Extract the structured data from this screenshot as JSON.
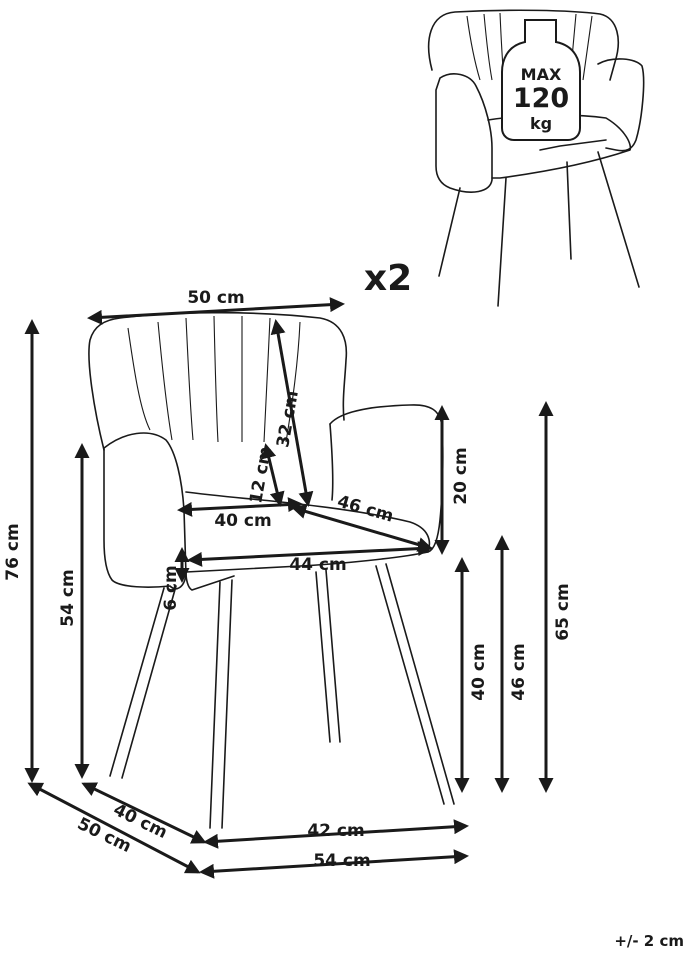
{
  "multiplier": "x2",
  "tolerance": "+/- 2 cm",
  "weight_badge": {
    "line1": "MAX",
    "line2": "120",
    "line3": "kg"
  },
  "dimensions": {
    "width_top": "50 cm",
    "back_height": "32 cm",
    "back_lower": "12 cm",
    "armrest_height": "20 cm",
    "seat_depth": "46 cm",
    "seat_inner_width": "40 cm",
    "seat_width": "44 cm",
    "seat_thickness": "6 cm",
    "total_height": "76 cm",
    "arm_front_height": "54 cm",
    "arm_height": "65 cm",
    "seat_height_46": "46 cm",
    "seat_height_40": "40 cm",
    "base_depth_inner": "40 cm",
    "base_depth_outer": "50 cm",
    "base_width_inner": "42 cm",
    "base_width_outer": "54 cm"
  },
  "colors": {
    "line": "#1a1a1a",
    "background": "#ffffff"
  }
}
